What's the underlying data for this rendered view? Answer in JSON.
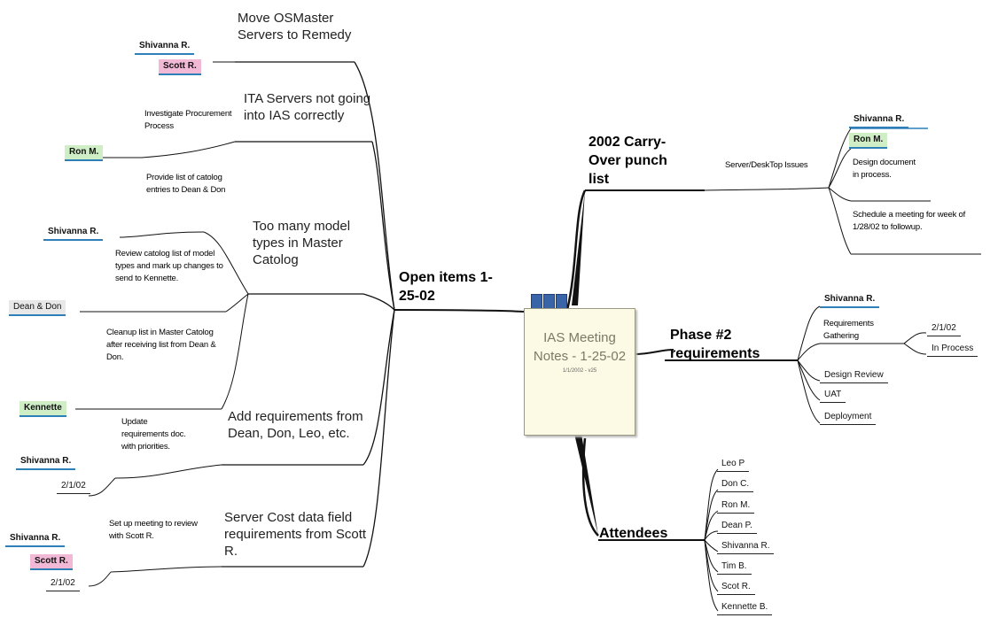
{
  "center": {
    "title": "IAS Meeting Notes - 1-25-02",
    "date": "1/1/2002 - v25"
  },
  "branches": {
    "open_items": "Open items 1-25-02",
    "carry_over": "2002 Carry-Over punch list",
    "phase2": "Phase #2 requirements",
    "attendees": "Attendees"
  },
  "open_items": [
    {
      "topic": "Move OSMaster Servers to Remedy",
      "people": [
        "Shivanna R.",
        "Scott R."
      ]
    },
    {
      "topic": "ITA Servers not going into IAS correctly",
      "task": "Investigate Procurement Process",
      "people": [
        "Ron M."
      ]
    },
    {
      "topic": "Too many model types in Master Catolog",
      "tasks": [
        {
          "text": "Provide list of catolog entries to Dean & Don",
          "person": "Shivanna R."
        },
        {
          "text": "Review catolog list of model types and mark up changes to send to Kennette.",
          "person": "Dean & Don"
        },
        {
          "text": "Cleanup list in Master Catolog after receiving list from Dean & Don.",
          "person": "Kennette"
        }
      ]
    },
    {
      "topic": "Add requirements from Dean, Don, Leo, etc.",
      "task": "Update requirements doc. with priorities.",
      "people": [
        "Shivanna R."
      ],
      "date": "2/1/02"
    },
    {
      "topic": "Server Cost data field requirements from Scott R.",
      "task": "Set up meeting to review with Scott R.",
      "people": [
        "Shivanna R.",
        "Scott R."
      ],
      "date": "2/1/02"
    }
  ],
  "carry_over": {
    "topic": "Server/DeskTop Issues",
    "people": [
      "Shivanna R.",
      "Ron M."
    ],
    "notes": [
      "Design document in process.",
      "Schedule a meeting for week of 1/28/02 to followup."
    ]
  },
  "phase2": {
    "owner": "Shivanna R.",
    "items": [
      "Requirements Gathering",
      "Design Review",
      "UAT",
      "Deployment"
    ],
    "req_date": "2/1/02",
    "req_status": "In Process"
  },
  "attendees": [
    "Leo P",
    "Don C.",
    "Ron M.",
    "Dean P.",
    "Shivanna R.",
    "Tim B.",
    "Scot R.",
    "Kennette B."
  ]
}
